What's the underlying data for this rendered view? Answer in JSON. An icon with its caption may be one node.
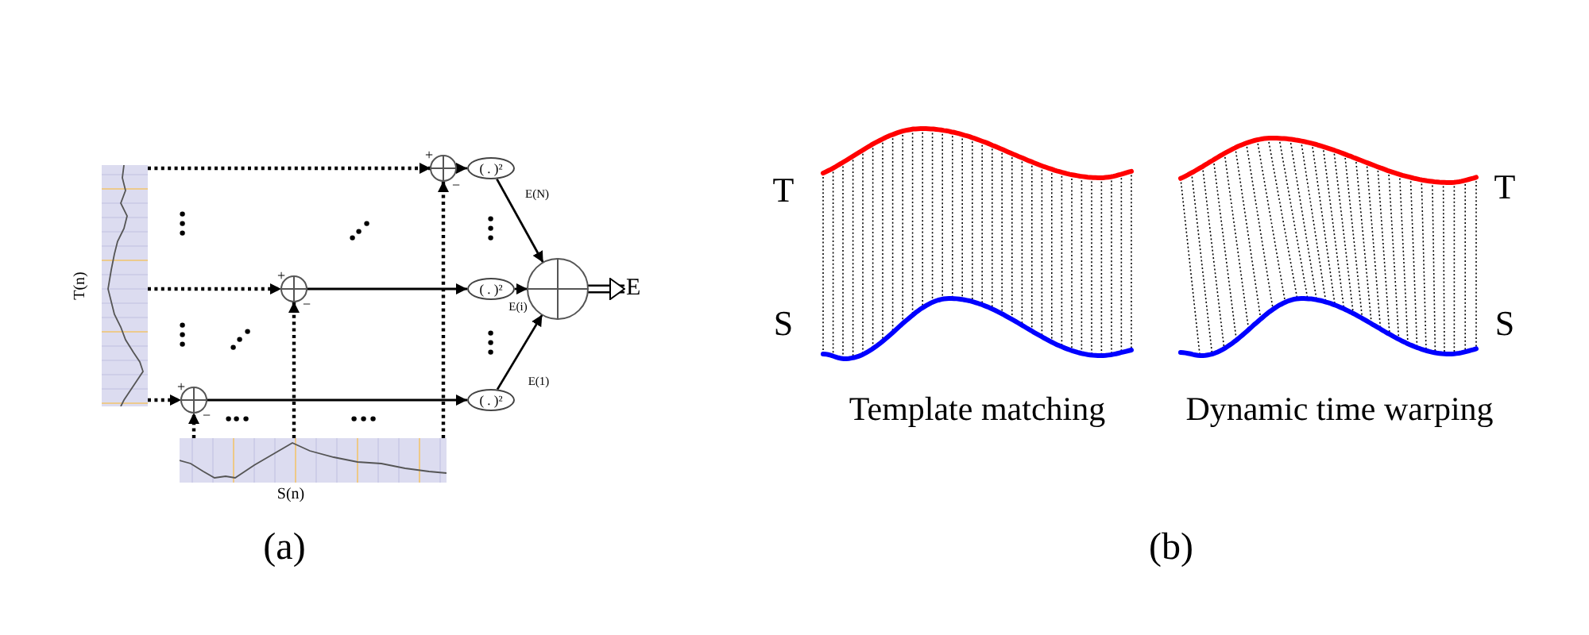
{
  "diagram": {
    "nodes": [
      {
        "text": [
          "T(n)"
        ]
      },
      {
        "text": [],
        "shape": "circle",
        "beside": [
          "+",
          "−"
        ]
      },
      {
        "text": [],
        "shape": "circle",
        "beside": [
          "+",
          "−"
        ]
      },
      {
        "text": [],
        "shape": "circle",
        "beside": [
          "+",
          "−"
        ]
      },
      {
        "text": [
          "S(n)"
        ]
      },
      {
        "text": [
          "( . )²"
        ]
      },
      {
        "text": [
          "( . )²"
        ]
      },
      {
        "text": [
          "( . )²"
        ]
      },
      {
        "text": [],
        "shape": "circle"
      },
      {
        "text": [
          "E"
        ]
      }
    ],
    "edges": [
      {
        "from": 0,
        "to": 1,
        "arrow": "to",
        "style": "dashed"
      },
      {
        "from": 0,
        "to": 2,
        "arrow": "to",
        "style": "dashed"
      },
      {
        "from": 0,
        "to": 3,
        "arrow": "to",
        "style": "dashed"
      },
      {
        "from": 4,
        "to": 3,
        "arrow": "to",
        "style": "dashed"
      },
      {
        "from": 4,
        "to": 2,
        "arrow": "to",
        "style": "dashed"
      },
      {
        "from": 4,
        "to": 1,
        "arrow": "to",
        "style": "dashed"
      },
      {
        "from": 1,
        "to": 5,
        "arrow": "to"
      },
      {
        "from": 2,
        "to": 6,
        "arrow": "to"
      },
      {
        "from": 3,
        "to": 7,
        "arrow": "to"
      },
      {
        "from": 5,
        "to": 8,
        "arrow": "to",
        "label": "E(N)"
      },
      {
        "from": 6,
        "to": 8,
        "arrow": "to",
        "label": "E(i)"
      },
      {
        "from": 7,
        "to": 8,
        "arrow": "to",
        "label": "E(1)"
      },
      {
        "from": 8,
        "to": 9,
        "arrow": "to",
        "style": "thick"
      }
    ],
    "labels": [
      "T",
      "T",
      "S",
      "S",
      "Template matching",
      "Dynamic time warping",
      "(a)",
      "(b)"
    ]
  }
}
